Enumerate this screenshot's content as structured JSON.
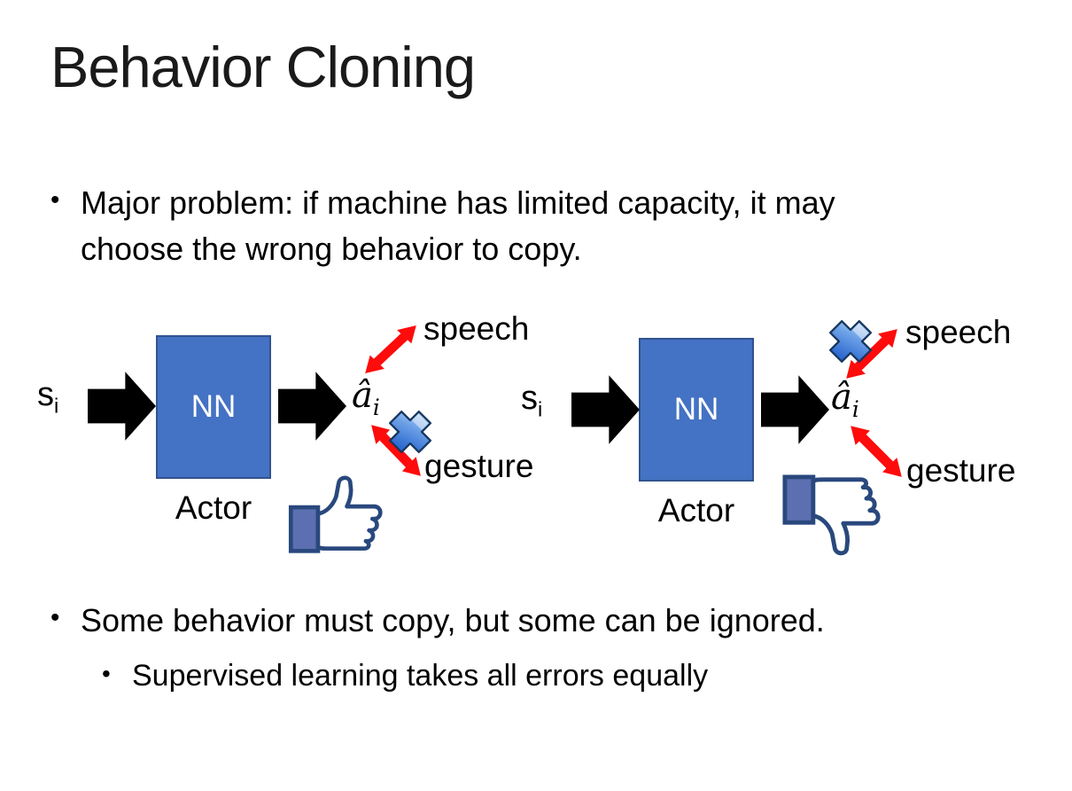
{
  "title": "Behavior Cloning",
  "bullets": {
    "marker": "•",
    "main": "Major problem: if machine has limited capacity, it may choose the wrong behavior to copy.",
    "second": "Some behavior must copy, but some can be ignored.",
    "sub": "Supervised learning takes all errors equally"
  },
  "diagrams": {
    "left": {
      "input": "s",
      "input_sub": "i",
      "nn": "NN",
      "output": "â",
      "output_sub": "i",
      "actor": "Actor",
      "speech": "speech",
      "gesture": "gesture",
      "crossed_out": "gesture",
      "feedback_icon": "thumbs-up"
    },
    "right": {
      "input": "s",
      "input_sub": "i",
      "nn": "NN",
      "output": "â",
      "output_sub": "i",
      "actor": "Actor",
      "speech": "speech",
      "gesture": "gesture",
      "crossed_out": "speech",
      "feedback_icon": "thumbs-down"
    }
  },
  "colors": {
    "background": "#FFFFFF",
    "text": "#000000",
    "nn_fill": "#4472C4",
    "nn_border": "#31538F",
    "block_arrow": "#000000",
    "double_arrow_red": "#FE0B0B",
    "cross_blue_light": "#CBE0F8",
    "cross_blue_dark": "#2E6BD0",
    "cross_outline": "#17375E",
    "thumb_outline": "#29487D",
    "thumb_cuff": "#5C6FB1",
    "thumb_hand": "#FFFFFF"
  }
}
